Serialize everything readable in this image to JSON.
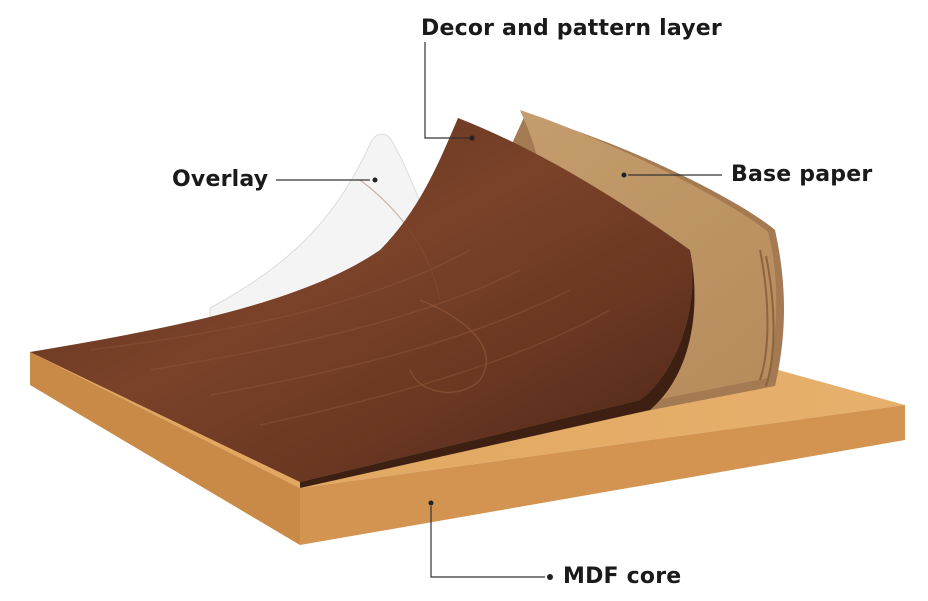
{
  "labels": {
    "decor": "Decor and pattern layer",
    "overlay": "Overlay",
    "base_paper": "Base paper",
    "mdf_core": "MDF core"
  },
  "colors": {
    "overlay": "#f2f2f2",
    "decor_dark": "#4a2617",
    "decor_mid": "#6e3a24",
    "decor_light": "#8a5236",
    "base_paper": "#c49a6c",
    "base_paper_edge": "#a47a52",
    "mdf_top": "#e3aa63",
    "mdf_side": "#d39451",
    "mdf_front": "#c98a48",
    "leader": "#333333"
  }
}
